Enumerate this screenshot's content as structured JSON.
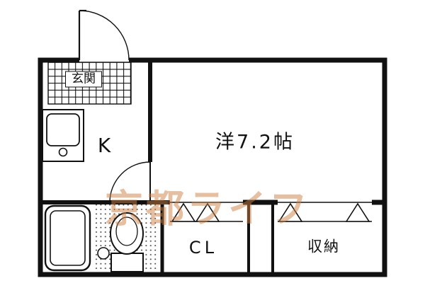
{
  "floorplan": {
    "rooms": {
      "entrance": {
        "label": "玄関"
      },
      "kitchen": {
        "label": "K"
      },
      "main_room": {
        "label": "洋7.2帖"
      },
      "closet": {
        "label": "CL"
      },
      "storage": {
        "label": "収納"
      }
    },
    "watermark": {
      "text": "京都ライフ",
      "color": "#cb8042"
    },
    "colors": {
      "wall": "#111111",
      "background": "#ffffff",
      "tile_dot": "#444444"
    }
  }
}
